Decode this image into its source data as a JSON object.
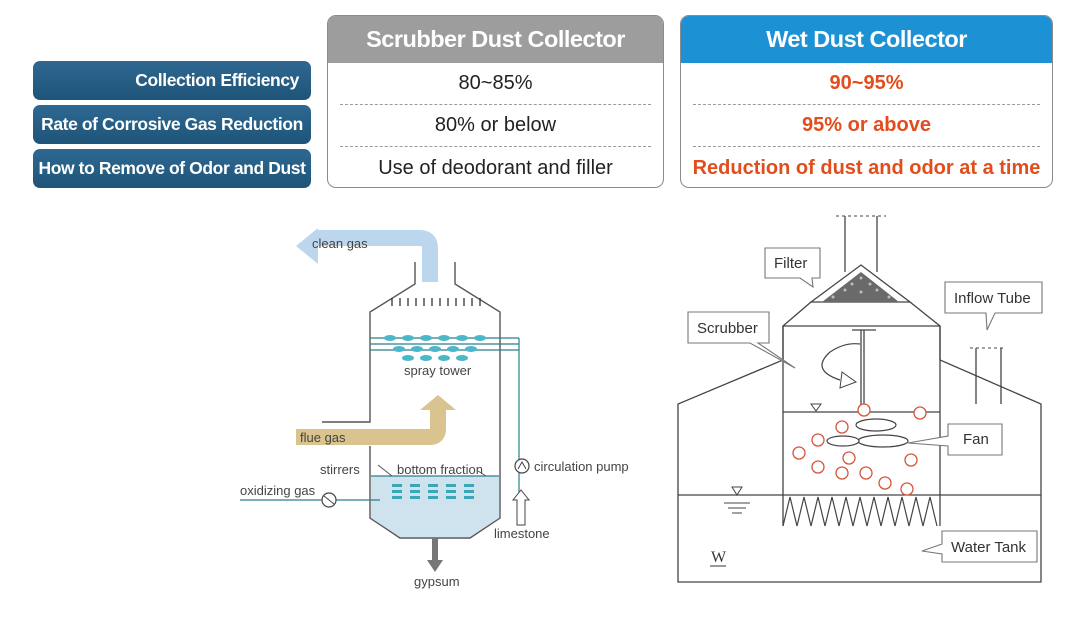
{
  "row_labels": [
    "Collection Efficiency",
    "Rate of Corrosive Gas Reduction",
    "How to Remove of Odor and Dust"
  ],
  "scrubber": {
    "title": "Scrubber Dust Collector",
    "rows": [
      "80~85%",
      "80% or below",
      "Use of deodorant and filler"
    ]
  },
  "wet": {
    "title": "Wet Dust Collector",
    "rows": [
      "90~95%",
      "95% or above",
      "Reduction of dust and odor at a time"
    ]
  },
  "left_diagram": {
    "clean_gas": "clean gas",
    "spray_tower": "spray tower",
    "flue_gas": "flue gas",
    "stirrers": "stirrers",
    "bottom_fraction": "bottom fraction",
    "circulation_pump": "circulation pump",
    "oxidizing_gas": "oxidizing gas",
    "limestone": "limestone",
    "gypsum": "gypsum"
  },
  "right_diagram": {
    "filter": "Filter",
    "inflow_tube": "Inflow Tube",
    "scrubber": "Scrubber",
    "fan": "Fan",
    "water_tank": "Water Tank",
    "water_symbol": "W"
  },
  "colors": {
    "label_blue": "#1f5479",
    "scrubber_gray": "#9d9d9d",
    "wet_blue": "#1c92d4",
    "highlight_orange": "#e24d1c",
    "flue_gas_tan": "#d9c38e",
    "clean_gas_blue": "#bcd6ee",
    "pipe_teal": "#2a7f8c"
  }
}
